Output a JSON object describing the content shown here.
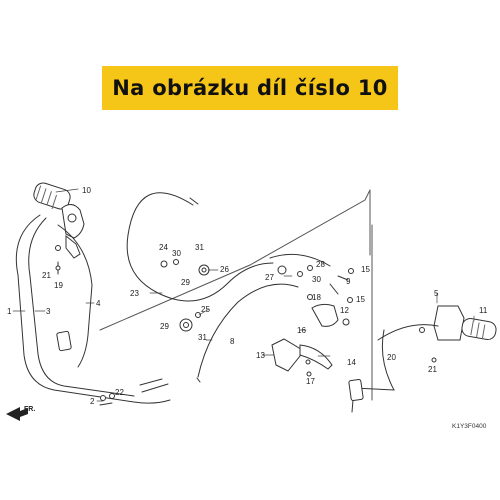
{
  "banner": {
    "text": "Na obrázku díl číslo 10"
  },
  "diagram": {
    "code": "K1Y3F0400",
    "front_mark": "FR.",
    "parts": [
      {
        "id": "p10a",
        "num": "10"
      },
      {
        "id": "p1",
        "num": "1"
      },
      {
        "id": "p3",
        "num": "3"
      },
      {
        "id": "p4",
        "num": "4"
      },
      {
        "id": "p19",
        "num": "19"
      },
      {
        "id": "p21a",
        "num": "21"
      },
      {
        "id": "p2",
        "num": "2"
      },
      {
        "id": "p22",
        "num": "22"
      },
      {
        "id": "p23",
        "num": "23"
      },
      {
        "id": "p24",
        "num": "24"
      },
      {
        "id": "p30a",
        "num": "30"
      },
      {
        "id": "p31a",
        "num": "31"
      },
      {
        "id": "p29a",
        "num": "29"
      },
      {
        "id": "p26",
        "num": "26"
      },
      {
        "id": "p25",
        "num": "25"
      },
      {
        "id": "p29b",
        "num": "29"
      },
      {
        "id": "p31b",
        "num": "31"
      },
      {
        "id": "p8",
        "num": "8"
      },
      {
        "id": "p27",
        "num": "27"
      },
      {
        "id": "p28",
        "num": "28"
      },
      {
        "id": "p30b",
        "num": "30"
      },
      {
        "id": "p15a",
        "num": "15"
      },
      {
        "id": "p9",
        "num": "9"
      },
      {
        "id": "p18",
        "num": "18"
      },
      {
        "id": "p15b",
        "num": "15"
      },
      {
        "id": "p12",
        "num": "12"
      },
      {
        "id": "p16",
        "num": "16"
      },
      {
        "id": "p13",
        "num": "13"
      },
      {
        "id": "p14",
        "num": "14"
      },
      {
        "id": "p17",
        "num": "17"
      },
      {
        "id": "p5",
        "num": "5"
      },
      {
        "id": "p20",
        "num": "20"
      },
      {
        "id": "p21b",
        "num": "21"
      },
      {
        "id": "p11",
        "num": "11"
      }
    ]
  }
}
